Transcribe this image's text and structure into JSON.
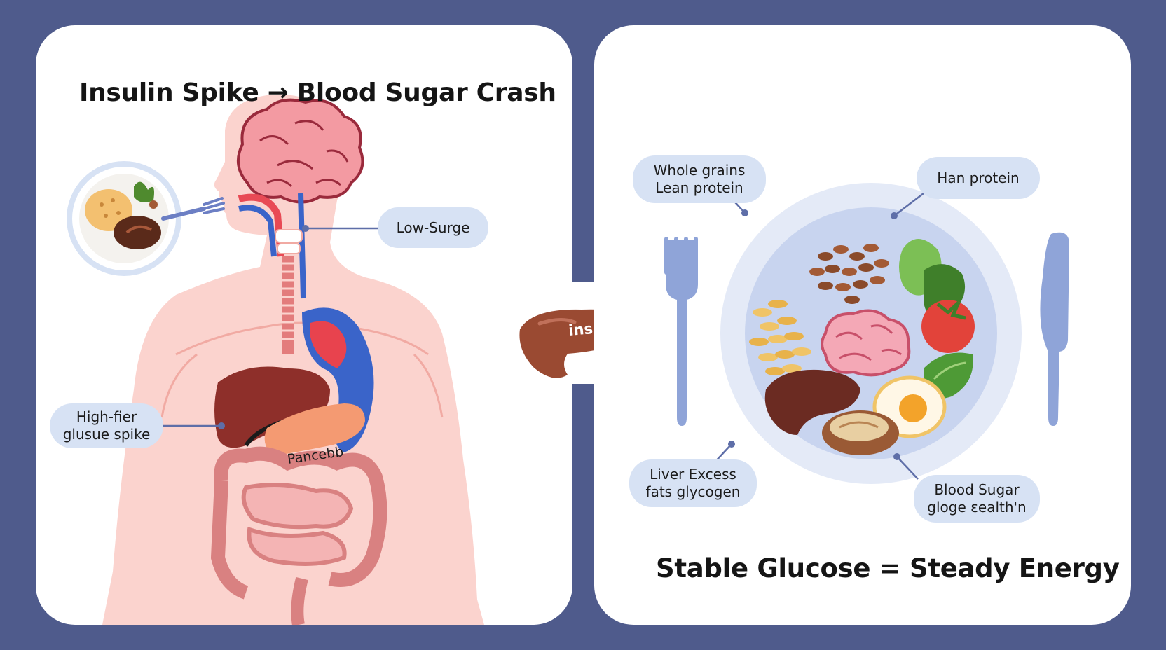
{
  "left": {
    "title": "Insulin Spike → Blood Sugar Crash",
    "labels": {
      "low_surge": "Low-Surge",
      "high_fiber": [
        "High-fier",
        "glusue spike"
      ],
      "pancreas_organ": "Pancebb"
    }
  },
  "center": {
    "pancreas_label": "insulin"
  },
  "right": {
    "title": "Stable Glucose = Steady Energy",
    "labels": {
      "whole_grains": [
        "Whole grains",
        "Lean protein"
      ],
      "han_protein": "Han protein",
      "liver_excess": [
        "Liver Excess",
        "fats glycogen"
      ],
      "blood_sugar": [
        "Blood Sugar",
        "gloge ɛealth'n"
      ]
    }
  },
  "colors": {
    "background": "#4f5b8c",
    "panel": "#ffffff",
    "pill": "#d7e2f4",
    "body_skin": "#fbd3ce",
    "liver": "#8e2f2a",
    "stomach_blue": "#3a64c9",
    "intestine": "#d98181"
  }
}
